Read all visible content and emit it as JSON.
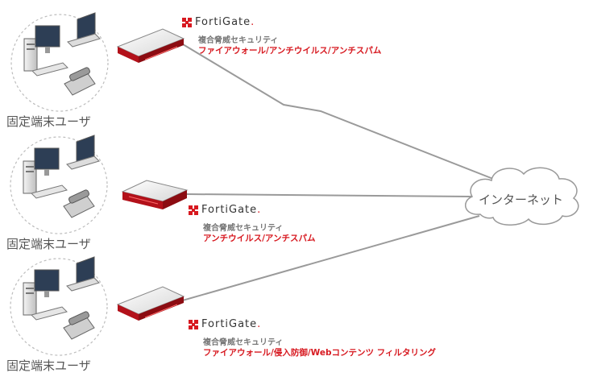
{
  "users": [
    {
      "caption": "固定端末ユーザ"
    },
    {
      "caption": "固定端末ユーザ"
    },
    {
      "caption": "固定端末ユーザ"
    }
  ],
  "gateways": [
    {
      "brand": "FortiGate",
      "subtitle": "複合脅威セキュリティ",
      "features": "ファイアウォール/アンチウイルス/アンチスパム"
    },
    {
      "brand": "FortiGate",
      "subtitle": "複合脅威セキュリティ",
      "features": "アンチウイルス/アンチスパム"
    },
    {
      "brand": "FortiGate",
      "subtitle": "複合脅威セキュリティ",
      "features": "ファイアウォール/侵入防御/Webコンテンツ フィルタリング"
    }
  ],
  "cloud": {
    "label": "インターネット"
  },
  "colors": {
    "accent": "#d71920",
    "line": "#999999",
    "circle": "#bbbbbb"
  }
}
